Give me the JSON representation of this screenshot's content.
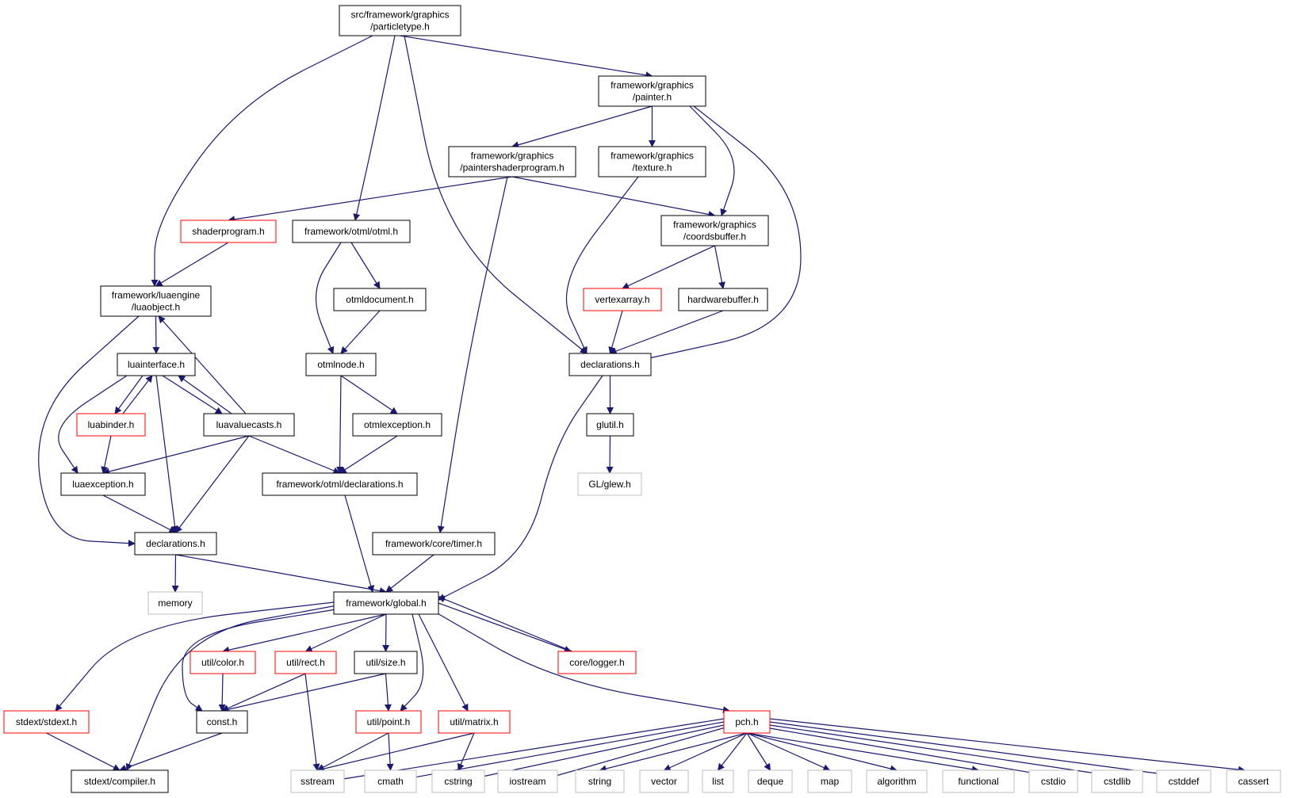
{
  "colors": {
    "edge": "#191970",
    "root_fill": "#bfbfbf",
    "normal_border": "#000000",
    "truncated_border": "#ff0000",
    "external_border": "#bfbfbf",
    "external_text": "#000000"
  },
  "nodes": [
    {
      "id": "particletype",
      "lines": [
        "src/framework/graphics",
        "/particletype.h"
      ],
      "kind": "root"
    },
    {
      "id": "painter",
      "lines": [
        "framework/graphics",
        "/painter.h"
      ],
      "kind": "normal"
    },
    {
      "id": "paintershaderprogram",
      "lines": [
        "framework/graphics",
        "/paintershaderprogram.h"
      ],
      "kind": "normal"
    },
    {
      "id": "texture",
      "lines": [
        "framework/graphics",
        "/texture.h"
      ],
      "kind": "normal"
    },
    {
      "id": "shaderprogram",
      "lines": [
        "shaderprogram.h"
      ],
      "kind": "truncated"
    },
    {
      "id": "otml",
      "lines": [
        "framework/otml/otml.h"
      ],
      "kind": "normal"
    },
    {
      "id": "coordsbuffer",
      "lines": [
        "framework/graphics",
        "/coordsbuffer.h"
      ],
      "kind": "normal"
    },
    {
      "id": "luaobject",
      "lines": [
        "framework/luaengine",
        "/luaobject.h"
      ],
      "kind": "normal"
    },
    {
      "id": "otmldocument",
      "lines": [
        "otmldocument.h"
      ],
      "kind": "normal"
    },
    {
      "id": "vertexarray",
      "lines": [
        "vertexarray.h"
      ],
      "kind": "truncated"
    },
    {
      "id": "hardwarebuffer",
      "lines": [
        "hardwarebuffer.h"
      ],
      "kind": "normal"
    },
    {
      "id": "luainterface",
      "lines": [
        "luainterface.h"
      ],
      "kind": "normal"
    },
    {
      "id": "otmlnode",
      "lines": [
        "otmlnode.h"
      ],
      "kind": "normal"
    },
    {
      "id": "gdeclarations",
      "lines": [
        "declarations.h"
      ],
      "kind": "normal"
    },
    {
      "id": "luabinder",
      "lines": [
        "luabinder.h"
      ],
      "kind": "truncated"
    },
    {
      "id": "luavaluecasts",
      "lines": [
        "luavaluecasts.h"
      ],
      "kind": "normal"
    },
    {
      "id": "otmlexception",
      "lines": [
        "otmlexception.h"
      ],
      "kind": "normal"
    },
    {
      "id": "glutil",
      "lines": [
        "glutil.h"
      ],
      "kind": "normal"
    },
    {
      "id": "luaexception",
      "lines": [
        "luaexception.h"
      ],
      "kind": "normal"
    },
    {
      "id": "otmldeclarations",
      "lines": [
        "framework/otml/declarations.h"
      ],
      "kind": "normal"
    },
    {
      "id": "glew",
      "lines": [
        "GL/glew.h"
      ],
      "kind": "external"
    },
    {
      "id": "ldeclarations",
      "lines": [
        "declarations.h"
      ],
      "kind": "normal"
    },
    {
      "id": "timer",
      "lines": [
        "framework/core/timer.h"
      ],
      "kind": "normal"
    },
    {
      "id": "memory",
      "lines": [
        "memory"
      ],
      "kind": "external"
    },
    {
      "id": "global",
      "lines": [
        "framework/global.h"
      ],
      "kind": "normal"
    },
    {
      "id": "color",
      "lines": [
        "util/color.h"
      ],
      "kind": "truncated"
    },
    {
      "id": "rect",
      "lines": [
        "util/rect.h"
      ],
      "kind": "truncated"
    },
    {
      "id": "size",
      "lines": [
        "util/size.h"
      ],
      "kind": "normal"
    },
    {
      "id": "logger",
      "lines": [
        "core/logger.h"
      ],
      "kind": "truncated"
    },
    {
      "id": "stdext",
      "lines": [
        "stdext/stdext.h"
      ],
      "kind": "truncated"
    },
    {
      "id": "const",
      "lines": [
        "const.h"
      ],
      "kind": "normal"
    },
    {
      "id": "point",
      "lines": [
        "util/point.h"
      ],
      "kind": "truncated"
    },
    {
      "id": "matrix",
      "lines": [
        "util/matrix.h"
      ],
      "kind": "truncated"
    },
    {
      "id": "pch",
      "lines": [
        "pch.h"
      ],
      "kind": "truncated"
    },
    {
      "id": "compiler",
      "lines": [
        "stdext/compiler.h"
      ],
      "kind": "normal"
    },
    {
      "id": "sstream",
      "lines": [
        "sstream"
      ],
      "kind": "external"
    },
    {
      "id": "cmath",
      "lines": [
        "cmath"
      ],
      "kind": "external"
    },
    {
      "id": "cstring",
      "lines": [
        "cstring"
      ],
      "kind": "external"
    },
    {
      "id": "iostream",
      "lines": [
        "iostream"
      ],
      "kind": "external"
    },
    {
      "id": "string",
      "lines": [
        "string"
      ],
      "kind": "external"
    },
    {
      "id": "vector",
      "lines": [
        "vector"
      ],
      "kind": "external"
    },
    {
      "id": "list",
      "lines": [
        "list"
      ],
      "kind": "external"
    },
    {
      "id": "deque",
      "lines": [
        "deque"
      ],
      "kind": "external"
    },
    {
      "id": "map",
      "lines": [
        "map"
      ],
      "kind": "external"
    },
    {
      "id": "algorithm",
      "lines": [
        "algorithm"
      ],
      "kind": "external"
    },
    {
      "id": "functional",
      "lines": [
        "functional"
      ],
      "kind": "external"
    },
    {
      "id": "cstdio",
      "lines": [
        "cstdio"
      ],
      "kind": "external"
    },
    {
      "id": "cstdlib",
      "lines": [
        "cstdlib"
      ],
      "kind": "external"
    },
    {
      "id": "cstddef",
      "lines": [
        "cstddef"
      ],
      "kind": "external"
    },
    {
      "id": "cassert",
      "lines": [
        "cassert"
      ],
      "kind": "external"
    }
  ],
  "edges": [
    [
      "particletype",
      "luaobject"
    ],
    [
      "particletype",
      "otml"
    ],
    [
      "particletype",
      "gdeclarations"
    ],
    [
      "particletype",
      "painter"
    ],
    [
      "painter",
      "paintershaderprogram"
    ],
    [
      "painter",
      "texture"
    ],
    [
      "painter",
      "coordsbuffer"
    ],
    [
      "painter",
      "gdeclarations"
    ],
    [
      "paintershaderprogram",
      "shaderprogram"
    ],
    [
      "paintershaderprogram",
      "coordsbuffer"
    ],
    [
      "paintershaderprogram",
      "timer"
    ],
    [
      "texture",
      "gdeclarations"
    ],
    [
      "shaderprogram",
      "luaobject"
    ],
    [
      "otml",
      "otmldocument"
    ],
    [
      "otml",
      "otmlnode"
    ],
    [
      "coordsbuffer",
      "vertexarray"
    ],
    [
      "coordsbuffer",
      "hardwarebuffer"
    ],
    [
      "luaobject",
      "luainterface"
    ],
    [
      "luaobject",
      "ldeclarations"
    ],
    [
      "otmldocument",
      "otmlnode"
    ],
    [
      "vertexarray",
      "gdeclarations"
    ],
    [
      "hardwarebuffer",
      "gdeclarations"
    ],
    [
      "luainterface",
      "luabinder"
    ],
    [
      "luainterface",
      "luavaluecasts"
    ],
    [
      "luainterface",
      "luaexception"
    ],
    [
      "luainterface",
      "ldeclarations"
    ],
    [
      "luabinder",
      "luainterface"
    ],
    [
      "luabinder",
      "luaexception"
    ],
    [
      "luavaluecasts",
      "luainterface"
    ],
    [
      "luavaluecasts",
      "luaobject"
    ],
    [
      "luavaluecasts",
      "luaexception"
    ],
    [
      "luavaluecasts",
      "ldeclarations"
    ],
    [
      "luavaluecasts",
      "otmldeclarations"
    ],
    [
      "otmlnode",
      "otmlexception"
    ],
    [
      "otmlnode",
      "otmldeclarations"
    ],
    [
      "otmlexception",
      "otmldeclarations"
    ],
    [
      "gdeclarations",
      "glutil"
    ],
    [
      "gdeclarations",
      "global"
    ],
    [
      "glutil",
      "glew"
    ],
    [
      "luaexception",
      "ldeclarations"
    ],
    [
      "otmldeclarations",
      "global"
    ],
    [
      "ldeclarations",
      "memory"
    ],
    [
      "ldeclarations",
      "global"
    ],
    [
      "timer",
      "global"
    ],
    [
      "global",
      "stdext"
    ],
    [
      "global",
      "compiler"
    ],
    [
      "global",
      "const"
    ],
    [
      "global",
      "color"
    ],
    [
      "global",
      "rect"
    ],
    [
      "global",
      "size"
    ],
    [
      "global",
      "point"
    ],
    [
      "global",
      "matrix"
    ],
    [
      "global",
      "logger"
    ],
    [
      "global",
      "pch"
    ],
    [
      "logger",
      "global"
    ],
    [
      "stdext",
      "compiler"
    ],
    [
      "const",
      "compiler"
    ],
    [
      "color",
      "const"
    ],
    [
      "rect",
      "const"
    ],
    [
      "rect",
      "sstream"
    ],
    [
      "size",
      "const"
    ],
    [
      "size",
      "point"
    ],
    [
      "point",
      "sstream"
    ],
    [
      "point",
      "cmath"
    ],
    [
      "matrix",
      "sstream"
    ],
    [
      "matrix",
      "cstring"
    ],
    [
      "pch",
      "sstream"
    ],
    [
      "pch",
      "cmath"
    ],
    [
      "pch",
      "cstring"
    ],
    [
      "pch",
      "iostream"
    ],
    [
      "pch",
      "string"
    ],
    [
      "pch",
      "vector"
    ],
    [
      "pch",
      "list"
    ],
    [
      "pch",
      "deque"
    ],
    [
      "pch",
      "map"
    ],
    [
      "pch",
      "algorithm"
    ],
    [
      "pch",
      "functional"
    ],
    [
      "pch",
      "cstdio"
    ],
    [
      "pch",
      "cstdlib"
    ],
    [
      "pch",
      "cstddef"
    ],
    [
      "pch",
      "cassert"
    ]
  ]
}
